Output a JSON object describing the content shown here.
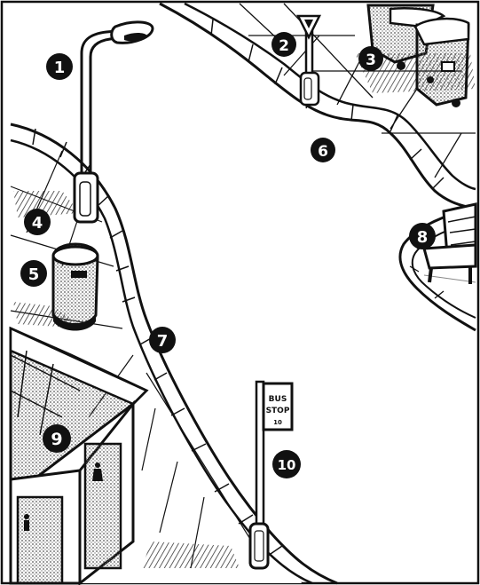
{
  "illustration": {
    "callouts": [
      {
        "number": "1",
        "item": "street-lamp"
      },
      {
        "number": "2",
        "item": "signpost"
      },
      {
        "number": "3",
        "item": "wheelie-bins"
      },
      {
        "number": "4",
        "item": "pavement"
      },
      {
        "number": "5",
        "item": "litter-bin"
      },
      {
        "number": "6",
        "item": "road"
      },
      {
        "number": "7",
        "item": "kerb"
      },
      {
        "number": "8",
        "item": "bench"
      },
      {
        "number": "9",
        "item": "public-toilets"
      },
      {
        "number": "10",
        "item": "bus-stop"
      }
    ],
    "sign": {
      "line1": "BUS",
      "line2": "STOP",
      "line3": "10"
    },
    "colors": {
      "ink": "#111111",
      "paper": "#ffffff",
      "shade": "#bdbdbd"
    }
  }
}
